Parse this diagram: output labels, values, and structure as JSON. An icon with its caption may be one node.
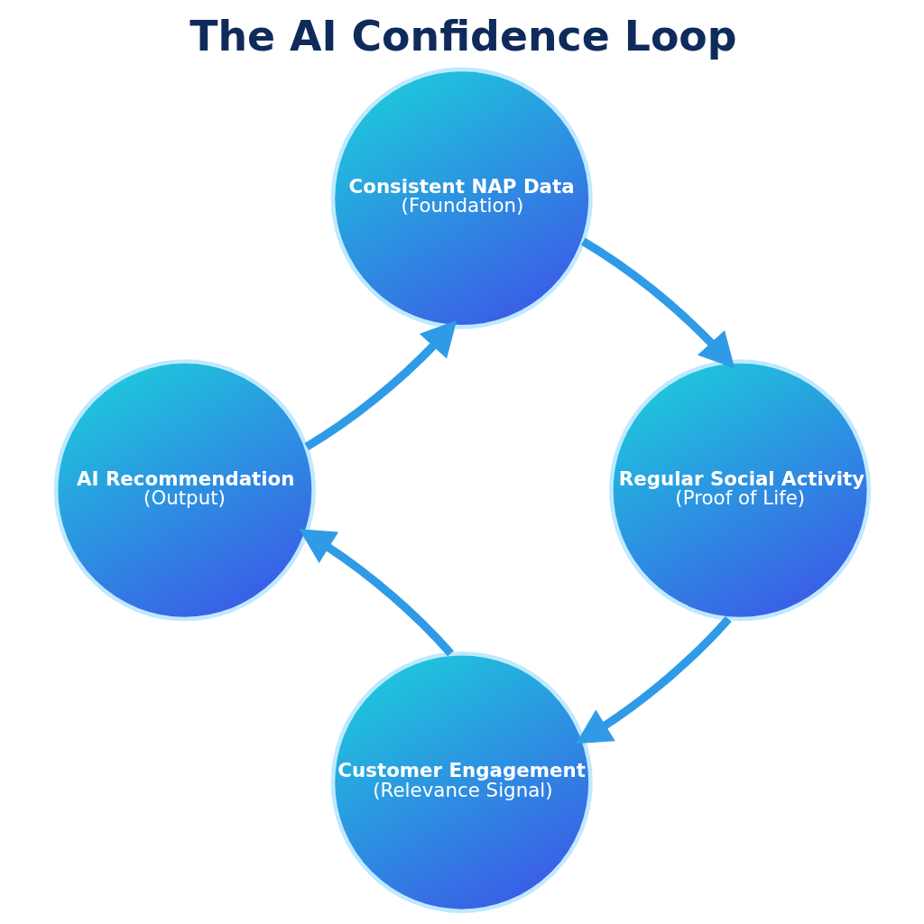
{
  "diagram": {
    "title": "The AI Confidence Loop",
    "nodes": [
      {
        "text": [
          "Consistent NAP Data",
          "(Foundation)"
        ]
      },
      {
        "text": [
          "Regular Social Activity",
          "(Proof of Life)"
        ]
      },
      {
        "text": [
          "Customer Engagement",
          "(Relevance Signal)"
        ]
      },
      {
        "text": [
          "AI Recommendation",
          "(Output)"
        ]
      }
    ],
    "edges": [
      {
        "from": 0,
        "to": 1,
        "arrow": "to"
      },
      {
        "from": 1,
        "to": 2,
        "arrow": "to"
      },
      {
        "from": 2,
        "to": 3,
        "arrow": "to"
      },
      {
        "from": 3,
        "to": 0,
        "arrow": "to"
      }
    ]
  }
}
